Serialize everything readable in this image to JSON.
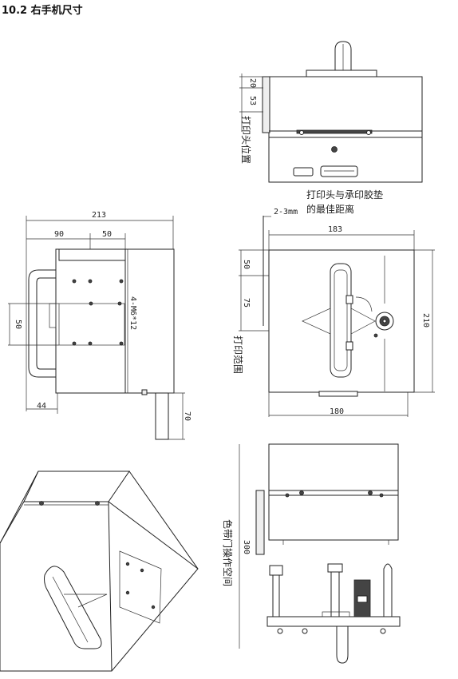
{
  "title": "10.2 右手机尺寸",
  "side_view": {
    "dim_overall": "213",
    "dim_left": "90",
    "dim_mid": "50",
    "dim_height": "50",
    "dim_bottom_left": "44",
    "dim_stub": "70",
    "screw_label": "4-M6*12"
  },
  "back_view": {
    "dim_top": "20",
    "dim_second": "53",
    "vertical_label": "打印头位置"
  },
  "front_view": {
    "note_line1": "打印头与承印胶垫",
    "note_line2": "的最佳距离",
    "gap_label": "2-3mm",
    "dim_width": "183",
    "dim_offset": "50",
    "dim_range": "75",
    "dim_height": "210",
    "dim_bottom": "180",
    "vertical_label": "打印范围"
  },
  "bottom_view": {
    "dim_height": "300",
    "vertical_label": "色带门操作空间"
  }
}
